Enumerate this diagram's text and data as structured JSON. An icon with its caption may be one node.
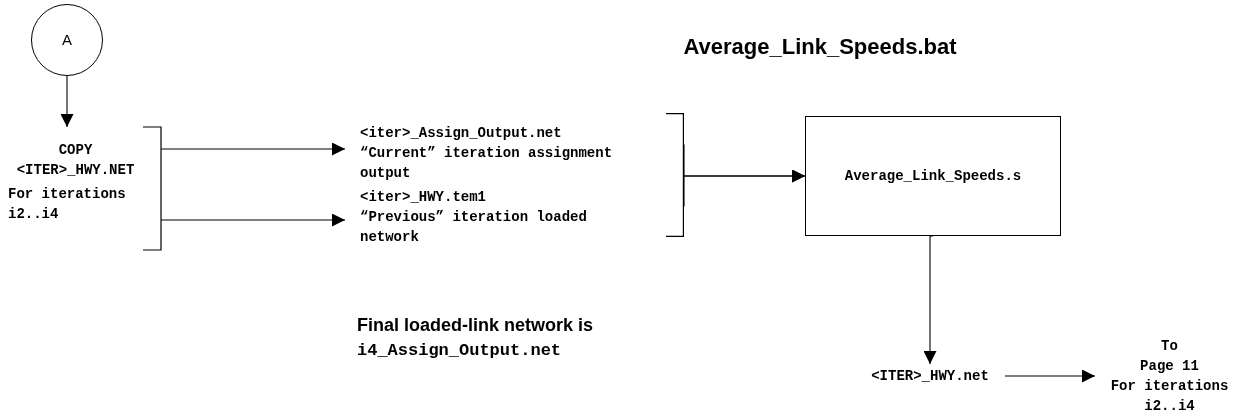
{
  "diagram": {
    "title": "Average_Link_Speeds.bat",
    "nodes": [
      {
        "text": [
          "A"
        ]
      },
      {
        "text": [
          "COPY <ITER>_HWY.NET",
          "For iterations i2..i4"
        ]
      },
      {
        "text": [
          "<iter>_Assign_Output.net",
          "“Current” iteration assignment output"
        ]
      },
      {
        "text": [
          "<iter>_HWY.tem1",
          "“Previous” iteration loaded network"
        ]
      },
      {
        "text": [
          "Average_Link_Speeds.s"
        ]
      },
      {
        "text": [
          "<ITER>_HWY.net"
        ]
      },
      {
        "text": [
          "To",
          "Page 11",
          "For iterations i2..i4"
        ]
      }
    ],
    "edges": [
      {
        "from": 0,
        "to": 1,
        "arrow": "to"
      },
      {
        "from": 1,
        "to": 2,
        "arrow": "to"
      },
      {
        "from": 1,
        "to": 3,
        "arrow": "to"
      },
      {
        "from": 2,
        "to": 4,
        "arrow": "to"
      },
      {
        "from": 3,
        "to": 4,
        "arrow": "to"
      },
      {
        "from": 4,
        "to": 5,
        "arrow": "to"
      },
      {
        "from": 5,
        "to": 6,
        "arrow": "to"
      }
    ],
    "labels": [
      "Final loaded-link network is",
      "i4_Assign_Output.net"
    ]
  }
}
